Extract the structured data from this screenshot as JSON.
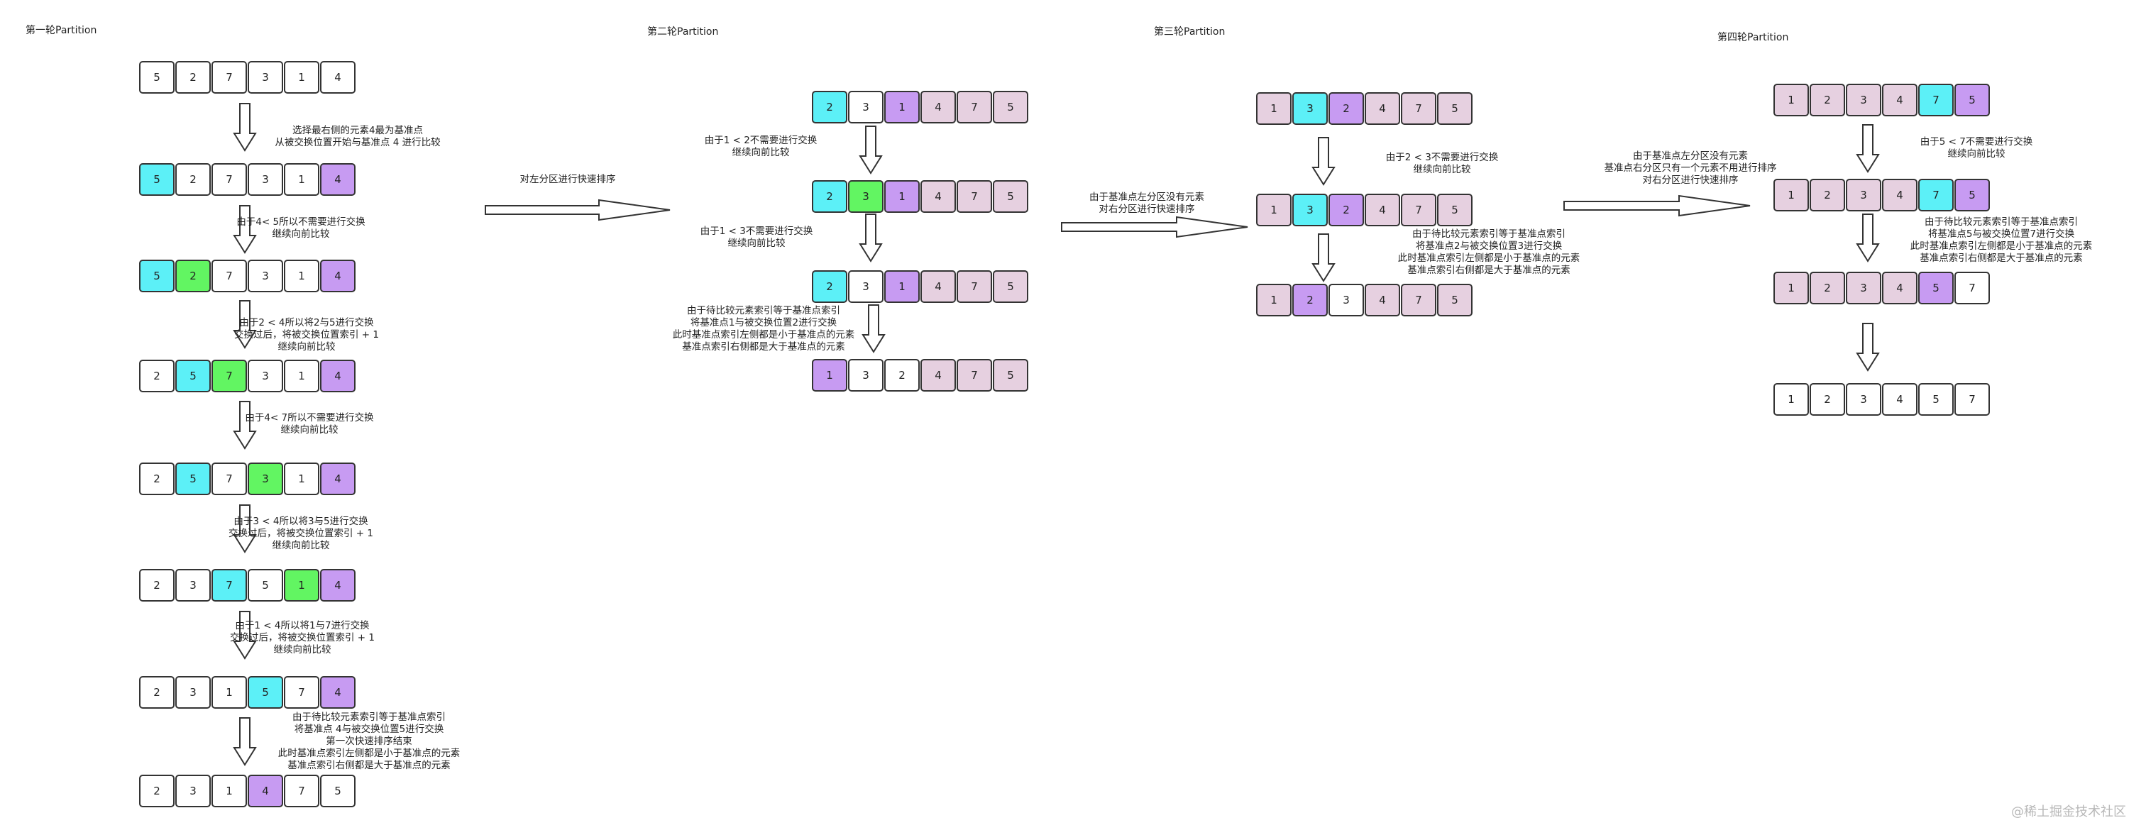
{
  "colors": {
    "white": "#ffffff",
    "cyan": "#5cf0f7",
    "green": "#62f562",
    "purple": "#c79bf2",
    "pink": "#e6d0e0"
  },
  "watermark": "@稀土掘金技术社区",
  "rounds": [
    {
      "title": "第一轮Partition"
    },
    {
      "title": "第二轮Partition"
    },
    {
      "title": "第三轮Partition"
    },
    {
      "title": "第四轮Partition"
    }
  ],
  "arrays": [
    {
      "cells": [
        {
          "v": "5",
          "c": "white"
        },
        {
          "v": "2",
          "c": "white"
        },
        {
          "v": "7",
          "c": "white"
        },
        {
          "v": "3",
          "c": "white"
        },
        {
          "v": "1",
          "c": "white"
        },
        {
          "v": "4",
          "c": "white"
        }
      ]
    },
    {
      "cells": [
        {
          "v": "5",
          "c": "cyan"
        },
        {
          "v": "2",
          "c": "white"
        },
        {
          "v": "7",
          "c": "white"
        },
        {
          "v": "3",
          "c": "white"
        },
        {
          "v": "1",
          "c": "white"
        },
        {
          "v": "4",
          "c": "purple"
        }
      ]
    },
    {
      "cells": [
        {
          "v": "5",
          "c": "cyan"
        },
        {
          "v": "2",
          "c": "green"
        },
        {
          "v": "7",
          "c": "white"
        },
        {
          "v": "3",
          "c": "white"
        },
        {
          "v": "1",
          "c": "white"
        },
        {
          "v": "4",
          "c": "purple"
        }
      ]
    },
    {
      "cells": [
        {
          "v": "2",
          "c": "white"
        },
        {
          "v": "5",
          "c": "cyan"
        },
        {
          "v": "7",
          "c": "green"
        },
        {
          "v": "3",
          "c": "white"
        },
        {
          "v": "1",
          "c": "white"
        },
        {
          "v": "4",
          "c": "purple"
        }
      ]
    },
    {
      "cells": [
        {
          "v": "2",
          "c": "white"
        },
        {
          "v": "5",
          "c": "cyan"
        },
        {
          "v": "7",
          "c": "white"
        },
        {
          "v": "3",
          "c": "green"
        },
        {
          "v": "1",
          "c": "white"
        },
        {
          "v": "4",
          "c": "purple"
        }
      ]
    },
    {
      "cells": [
        {
          "v": "2",
          "c": "white"
        },
        {
          "v": "3",
          "c": "white"
        },
        {
          "v": "7",
          "c": "cyan"
        },
        {
          "v": "5",
          "c": "white"
        },
        {
          "v": "1",
          "c": "green"
        },
        {
          "v": "4",
          "c": "purple"
        }
      ]
    },
    {
      "cells": [
        {
          "v": "2",
          "c": "white"
        },
        {
          "v": "3",
          "c": "white"
        },
        {
          "v": "1",
          "c": "white"
        },
        {
          "v": "5",
          "c": "cyan"
        },
        {
          "v": "7",
          "c": "white"
        },
        {
          "v": "4",
          "c": "purple"
        }
      ]
    },
    {
      "cells": [
        {
          "v": "2",
          "c": "white"
        },
        {
          "v": "3",
          "c": "white"
        },
        {
          "v": "1",
          "c": "white"
        },
        {
          "v": "4",
          "c": "purple"
        },
        {
          "v": "7",
          "c": "white"
        },
        {
          "v": "5",
          "c": "white"
        }
      ]
    },
    {
      "cells": [
        {
          "v": "2",
          "c": "cyan"
        },
        {
          "v": "3",
          "c": "white"
        },
        {
          "v": "1",
          "c": "purple"
        },
        {
          "v": "4",
          "c": "pink"
        },
        {
          "v": "7",
          "c": "pink"
        },
        {
          "v": "5",
          "c": "pink"
        }
      ]
    },
    {
      "cells": [
        {
          "v": "2",
          "c": "cyan"
        },
        {
          "v": "3",
          "c": "green"
        },
        {
          "v": "1",
          "c": "purple"
        },
        {
          "v": "4",
          "c": "pink"
        },
        {
          "v": "7",
          "c": "pink"
        },
        {
          "v": "5",
          "c": "pink"
        }
      ]
    },
    {
      "cells": [
        {
          "v": "2",
          "c": "cyan"
        },
        {
          "v": "3",
          "c": "white"
        },
        {
          "v": "1",
          "c": "purple"
        },
        {
          "v": "4",
          "c": "pink"
        },
        {
          "v": "7",
          "c": "pink"
        },
        {
          "v": "5",
          "c": "pink"
        }
      ]
    },
    {
      "cells": [
        {
          "v": "1",
          "c": "purple"
        },
        {
          "v": "3",
          "c": "white"
        },
        {
          "v": "2",
          "c": "white"
        },
        {
          "v": "4",
          "c": "pink"
        },
        {
          "v": "7",
          "c": "pink"
        },
        {
          "v": "5",
          "c": "pink"
        }
      ]
    },
    {
      "cells": [
        {
          "v": "1",
          "c": "pink"
        },
        {
          "v": "3",
          "c": "cyan"
        },
        {
          "v": "2",
          "c": "purple"
        },
        {
          "v": "4",
          "c": "pink"
        },
        {
          "v": "7",
          "c": "pink"
        },
        {
          "v": "5",
          "c": "pink"
        }
      ]
    },
    {
      "cells": [
        {
          "v": "1",
          "c": "pink"
        },
        {
          "v": "3",
          "c": "cyan"
        },
        {
          "v": "2",
          "c": "purple"
        },
        {
          "v": "4",
          "c": "pink"
        },
        {
          "v": "7",
          "c": "pink"
        },
        {
          "v": "5",
          "c": "pink"
        }
      ]
    },
    {
      "cells": [
        {
          "v": "1",
          "c": "pink"
        },
        {
          "v": "2",
          "c": "purple"
        },
        {
          "v": "3",
          "c": "white"
        },
        {
          "v": "4",
          "c": "pink"
        },
        {
          "v": "7",
          "c": "pink"
        },
        {
          "v": "5",
          "c": "pink"
        }
      ]
    },
    {
      "cells": [
        {
          "v": "1",
          "c": "pink"
        },
        {
          "v": "2",
          "c": "pink"
        },
        {
          "v": "3",
          "c": "pink"
        },
        {
          "v": "4",
          "c": "pink"
        },
        {
          "v": "7",
          "c": "cyan"
        },
        {
          "v": "5",
          "c": "purple"
        }
      ]
    },
    {
      "cells": [
        {
          "v": "1",
          "c": "pink"
        },
        {
          "v": "2",
          "c": "pink"
        },
        {
          "v": "3",
          "c": "pink"
        },
        {
          "v": "4",
          "c": "pink"
        },
        {
          "v": "7",
          "c": "cyan"
        },
        {
          "v": "5",
          "c": "purple"
        }
      ]
    },
    {
      "cells": [
        {
          "v": "1",
          "c": "pink"
        },
        {
          "v": "2",
          "c": "pink"
        },
        {
          "v": "3",
          "c": "pink"
        },
        {
          "v": "4",
          "c": "pink"
        },
        {
          "v": "5",
          "c": "purple"
        },
        {
          "v": "7",
          "c": "white"
        }
      ]
    },
    {
      "cells": [
        {
          "v": "1",
          "c": "white"
        },
        {
          "v": "2",
          "c": "white"
        },
        {
          "v": "3",
          "c": "white"
        },
        {
          "v": "4",
          "c": "white"
        },
        {
          "v": "5",
          "c": "white"
        },
        {
          "v": "7",
          "c": "white"
        }
      ]
    }
  ],
  "notes": [
    {
      "lines": [
        "选择最右侧的元素4最为基准点",
        "从被交换位置开始与基准点 4 进行比较"
      ]
    },
    {
      "lines": [
        "由于4< 5所以不需要进行交换",
        "继续向前比较"
      ]
    },
    {
      "lines": [
        "由于2 < 4所以将2与5进行交换",
        "交换过后，将被交换位置索引 + 1",
        "继续向前比较"
      ]
    },
    {
      "lines": [
        "由于4< 7所以不需要进行交换",
        "继续向前比较"
      ]
    },
    {
      "lines": [
        "由于3 < 4所以将3与5进行交换",
        "交换过后，将被交换位置索引 + 1",
        "继续向前比较"
      ]
    },
    {
      "lines": [
        "由于1 < 4所以将1与7进行交换",
        "交换过后，将被交换位置索引 + 1",
        "继续向前比较"
      ]
    },
    {
      "lines": [
        "由于待比较元素索引等于基准点索引",
        "将基准点 4与被交换位置5进行交换",
        "第一次快速排序结束",
        "此时基准点索引左侧都是小于基准点的元素",
        "基准点索引右侧都是大于基准点的元素"
      ]
    },
    {
      "lines": [
        "对左分区进行快速排序"
      ]
    },
    {
      "lines": [
        "由于1 < 2不需要进行交换",
        "继续向前比较"
      ]
    },
    {
      "lines": [
        "由于1 < 3不需要进行交换",
        "继续向前比较"
      ]
    },
    {
      "lines": [
        "由于待比较元素索引等于基准点索引",
        "将基准点1与被交换位置2进行交换",
        "此时基准点索引左侧都是小于基准点的元素",
        "基准点索引右侧都是大于基准点的元素"
      ]
    },
    {
      "lines": [
        "由于基准点左分区没有元素",
        "对右分区进行快速排序"
      ]
    },
    {
      "lines": [
        "由于2 < 3不需要进行交换",
        "继续向前比较"
      ]
    },
    {
      "lines": [
        "由于待比较元素索引等于基准点索引",
        "将基准点2与被交换位置3进行交换",
        "此时基准点索引左侧都是小于基准点的元素",
        "基准点索引右侧都是大于基准点的元素"
      ]
    },
    {
      "lines": [
        "由于基准点左分区没有元素",
        "基准点右分区只有一个元素不用进行排序",
        "对右分区进行快速排序"
      ]
    },
    {
      "lines": [
        "由于5 < 7不需要进行交换",
        "继续向前比较"
      ]
    },
    {
      "lines": [
        "由于待比较元素索引等于基准点索引",
        "将基准点5与被交换位置7进行交换",
        "此时基准点索引左侧都是小于基准点的元素",
        "基准点索引右侧都是大于基准点的元素"
      ]
    }
  ]
}
